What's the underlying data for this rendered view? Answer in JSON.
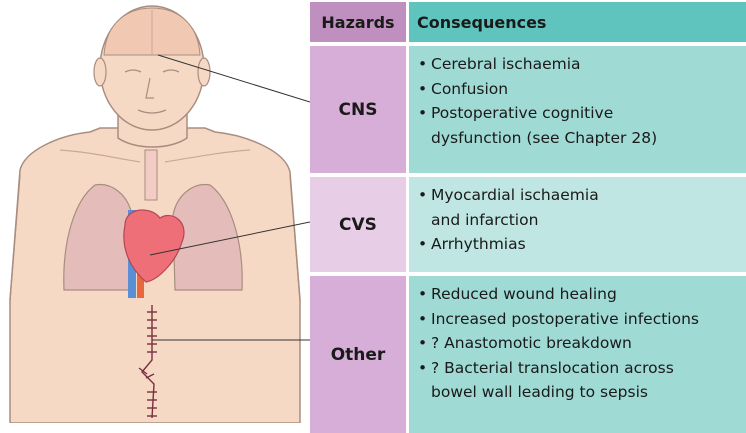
{
  "table": {
    "header": {
      "hazards": "Hazards",
      "consequences": "Consequences"
    },
    "rows": [
      {
        "hazard": "CNS",
        "items": [
          "Cerebral ischaemia",
          "Confusion",
          "Postoperative cognitive",
          "dysfunction (see Chapter 28)"
        ]
      },
      {
        "hazard": "CVS",
        "items": [
          "Myocardial ischaemia",
          "and infarction",
          "Arrhythmias"
        ]
      },
      {
        "hazard": "Other",
        "items": [
          "Reduced wound healing",
          "Increased postoperative infections",
          "? Anastomotic breakdown",
          "? Bacterial translocation across",
          "bowel wall leading  to sepsis"
        ]
      }
    ]
  },
  "figure": {
    "skin_color": "#f6d9c4",
    "outline_color": "#a88d80",
    "lung_color": "#e4bdbb",
    "heart_color": "#ee6f78",
    "vein_color": "#5a8fd6",
    "artery_color": "#e8673e",
    "brain_color": "#f1c9b3",
    "scar_color": "#7a2f3f"
  }
}
